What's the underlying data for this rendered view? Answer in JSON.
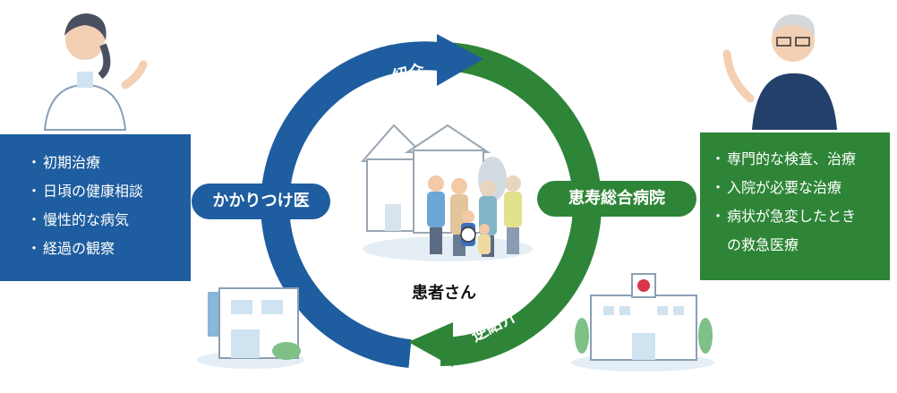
{
  "clinic": {
    "label": "かかりつけ医",
    "items": [
      "初期治療",
      "日頃の健康相談",
      "慢性的な病気",
      "経過の観察"
    ]
  },
  "hospital": {
    "label": "恵寿総合病院",
    "items": [
      "専門的な検査、治療",
      "入院が必要な治療",
      "病状が急変したとき",
      "の救急医療"
    ]
  },
  "arrows": {
    "referral": "紹介",
    "reverse_referral": "逆紹介"
  },
  "center": {
    "label": "患者さん"
  },
  "bullet": "・",
  "colors": {
    "blue": "#1e5d9f",
    "green": "#2e8537"
  }
}
